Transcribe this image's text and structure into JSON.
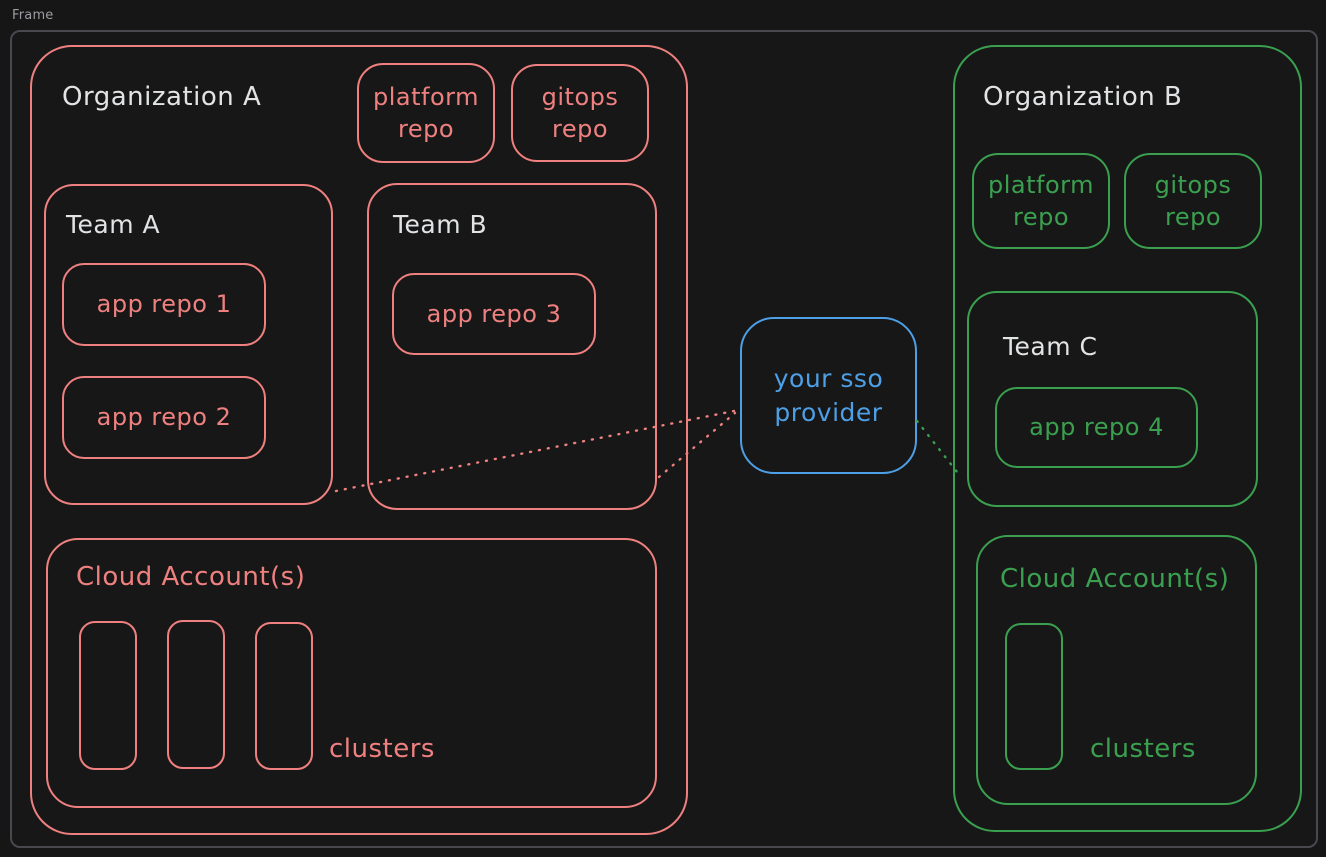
{
  "frame": {
    "label": "Frame"
  },
  "colors": {
    "salmon": "#ef8080",
    "green": "#3aa04f",
    "blue": "#4d9fe6",
    "title_text": "#e2e3e5",
    "background": "#161616",
    "frame_border": "#48484e"
  },
  "org_a": {
    "title": "Organization A",
    "platform_repo": "platform repo",
    "gitops_repo": "gitops repo",
    "team_a": {
      "title": "Team A",
      "repos": [
        "app repo 1",
        "app repo 2"
      ]
    },
    "team_b": {
      "title": "Team B",
      "repos": [
        "app repo 3"
      ]
    },
    "cloud": {
      "title": "Cloud Account(s)",
      "clusters_label": "clusters",
      "cluster_count": 3
    }
  },
  "sso": {
    "label": "your sso provider"
  },
  "org_b": {
    "title": "Organization B",
    "platform_repo": "platform repo",
    "gitops_repo": "gitops repo",
    "team_c": {
      "title": "Team C",
      "repos": [
        "app repo 4"
      ]
    },
    "cloud": {
      "title": "Cloud Account(s)",
      "clusters_label": "clusters",
      "cluster_count": 1
    }
  },
  "connections": [
    {
      "from": "team-a",
      "to": "sso-provider",
      "style": "dotted",
      "color": "#ef8080"
    },
    {
      "from": "team-b",
      "to": "sso-provider",
      "style": "dotted",
      "color": "#ef8080"
    },
    {
      "from": "sso-provider",
      "to": "team-c",
      "style": "dotted",
      "color": "#3aa04f"
    }
  ]
}
